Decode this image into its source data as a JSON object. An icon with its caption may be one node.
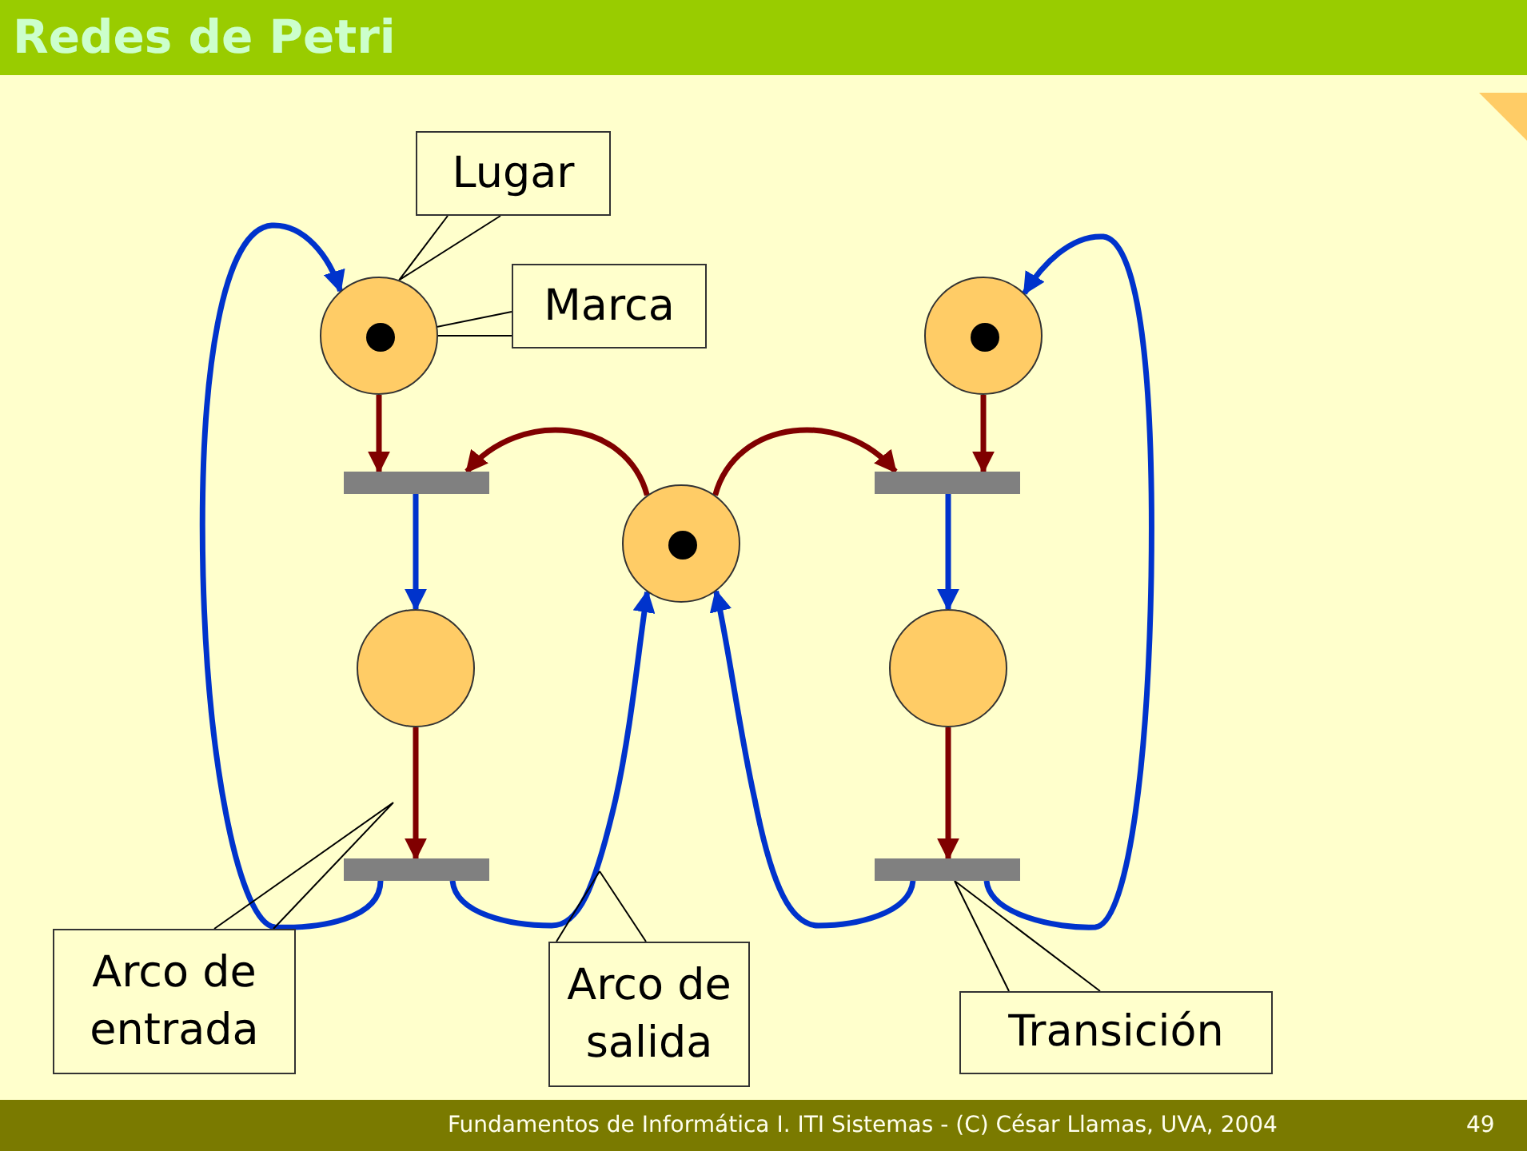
{
  "diagram": {
    "title": "Redes de Petri",
    "nodes": [
      {
        "text": [
          "Lugar"
        ]
      },
      {
        "text": [
          "Marca"
        ]
      },
      {
        "text": [],
        "shape": "circle"
      },
      {
        "text": [],
        "shape": "circle",
        "in": 2
      },
      {
        "text": [],
        "shape": "circle"
      },
      {
        "text": [],
        "shape": "circle",
        "in": 4
      },
      {
        "text": [],
        "shape": "bar"
      },
      {
        "text": [],
        "shape": "bar"
      },
      {
        "text": [],
        "shape": "circle"
      },
      {
        "text": [],
        "shape": "circle",
        "in": 8
      },
      {
        "text": [],
        "shape": "circle"
      },
      {
        "text": [],
        "shape": "circle"
      },
      {
        "text": [],
        "shape": "bar"
      },
      {
        "text": [],
        "shape": "bar"
      },
      {
        "text": [
          "Arco de entrada"
        ]
      },
      {
        "text": [
          "Arco de salida"
        ]
      },
      {
        "text": [
          "Transición"
        ]
      }
    ],
    "edges": [
      {
        "from": 2,
        "to": 6,
        "arrow": "to",
        "color": "#800000"
      },
      {
        "from": 4,
        "to": 7,
        "arrow": "to",
        "color": "#800000"
      },
      {
        "from": 8,
        "to": 6,
        "arrow": "to",
        "color": "#800000"
      },
      {
        "from": 8,
        "to": 7,
        "arrow": "to",
        "color": "#800000"
      },
      {
        "from": 6,
        "to": 10,
        "arrow": "to",
        "color": "#0033cc"
      },
      {
        "from": 7,
        "to": 11,
        "arrow": "to",
        "color": "#0033cc"
      },
      {
        "from": 10,
        "to": 12,
        "arrow": "to",
        "color": "#800000"
      },
      {
        "from": 11,
        "to": 13,
        "arrow": "to",
        "color": "#800000"
      },
      {
        "from": 12,
        "to": 2,
        "arrow": "to",
        "color": "#0033cc"
      },
      {
        "from": 12,
        "to": 8,
        "arrow": "to",
        "color": "#0033cc"
      },
      {
        "from": 13,
        "to": 8,
        "arrow": "to",
        "color": "#0033cc"
      },
      {
        "from": 13,
        "to": 4,
        "arrow": "to",
        "color": "#0033cc"
      },
      {
        "from": 0,
        "to": 2,
        "arrow": "none",
        "color": "#000000"
      },
      {
        "from": 1,
        "to": 3,
        "arrow": "none",
        "color": "#000000"
      },
      {
        "from": 14,
        "to": null,
        "arrow": "none",
        "color": "#000000"
      },
      {
        "from": 15,
        "to": null,
        "arrow": "none",
        "color": "#000000"
      },
      {
        "from": 16,
        "to": 13,
        "arrow": "none",
        "color": "#000000"
      }
    ],
    "labels": [
      "Fundamentos de Informática I. ITI Sistemas - (C) César Llamas, UVA, 2004",
      "49"
    ]
  }
}
